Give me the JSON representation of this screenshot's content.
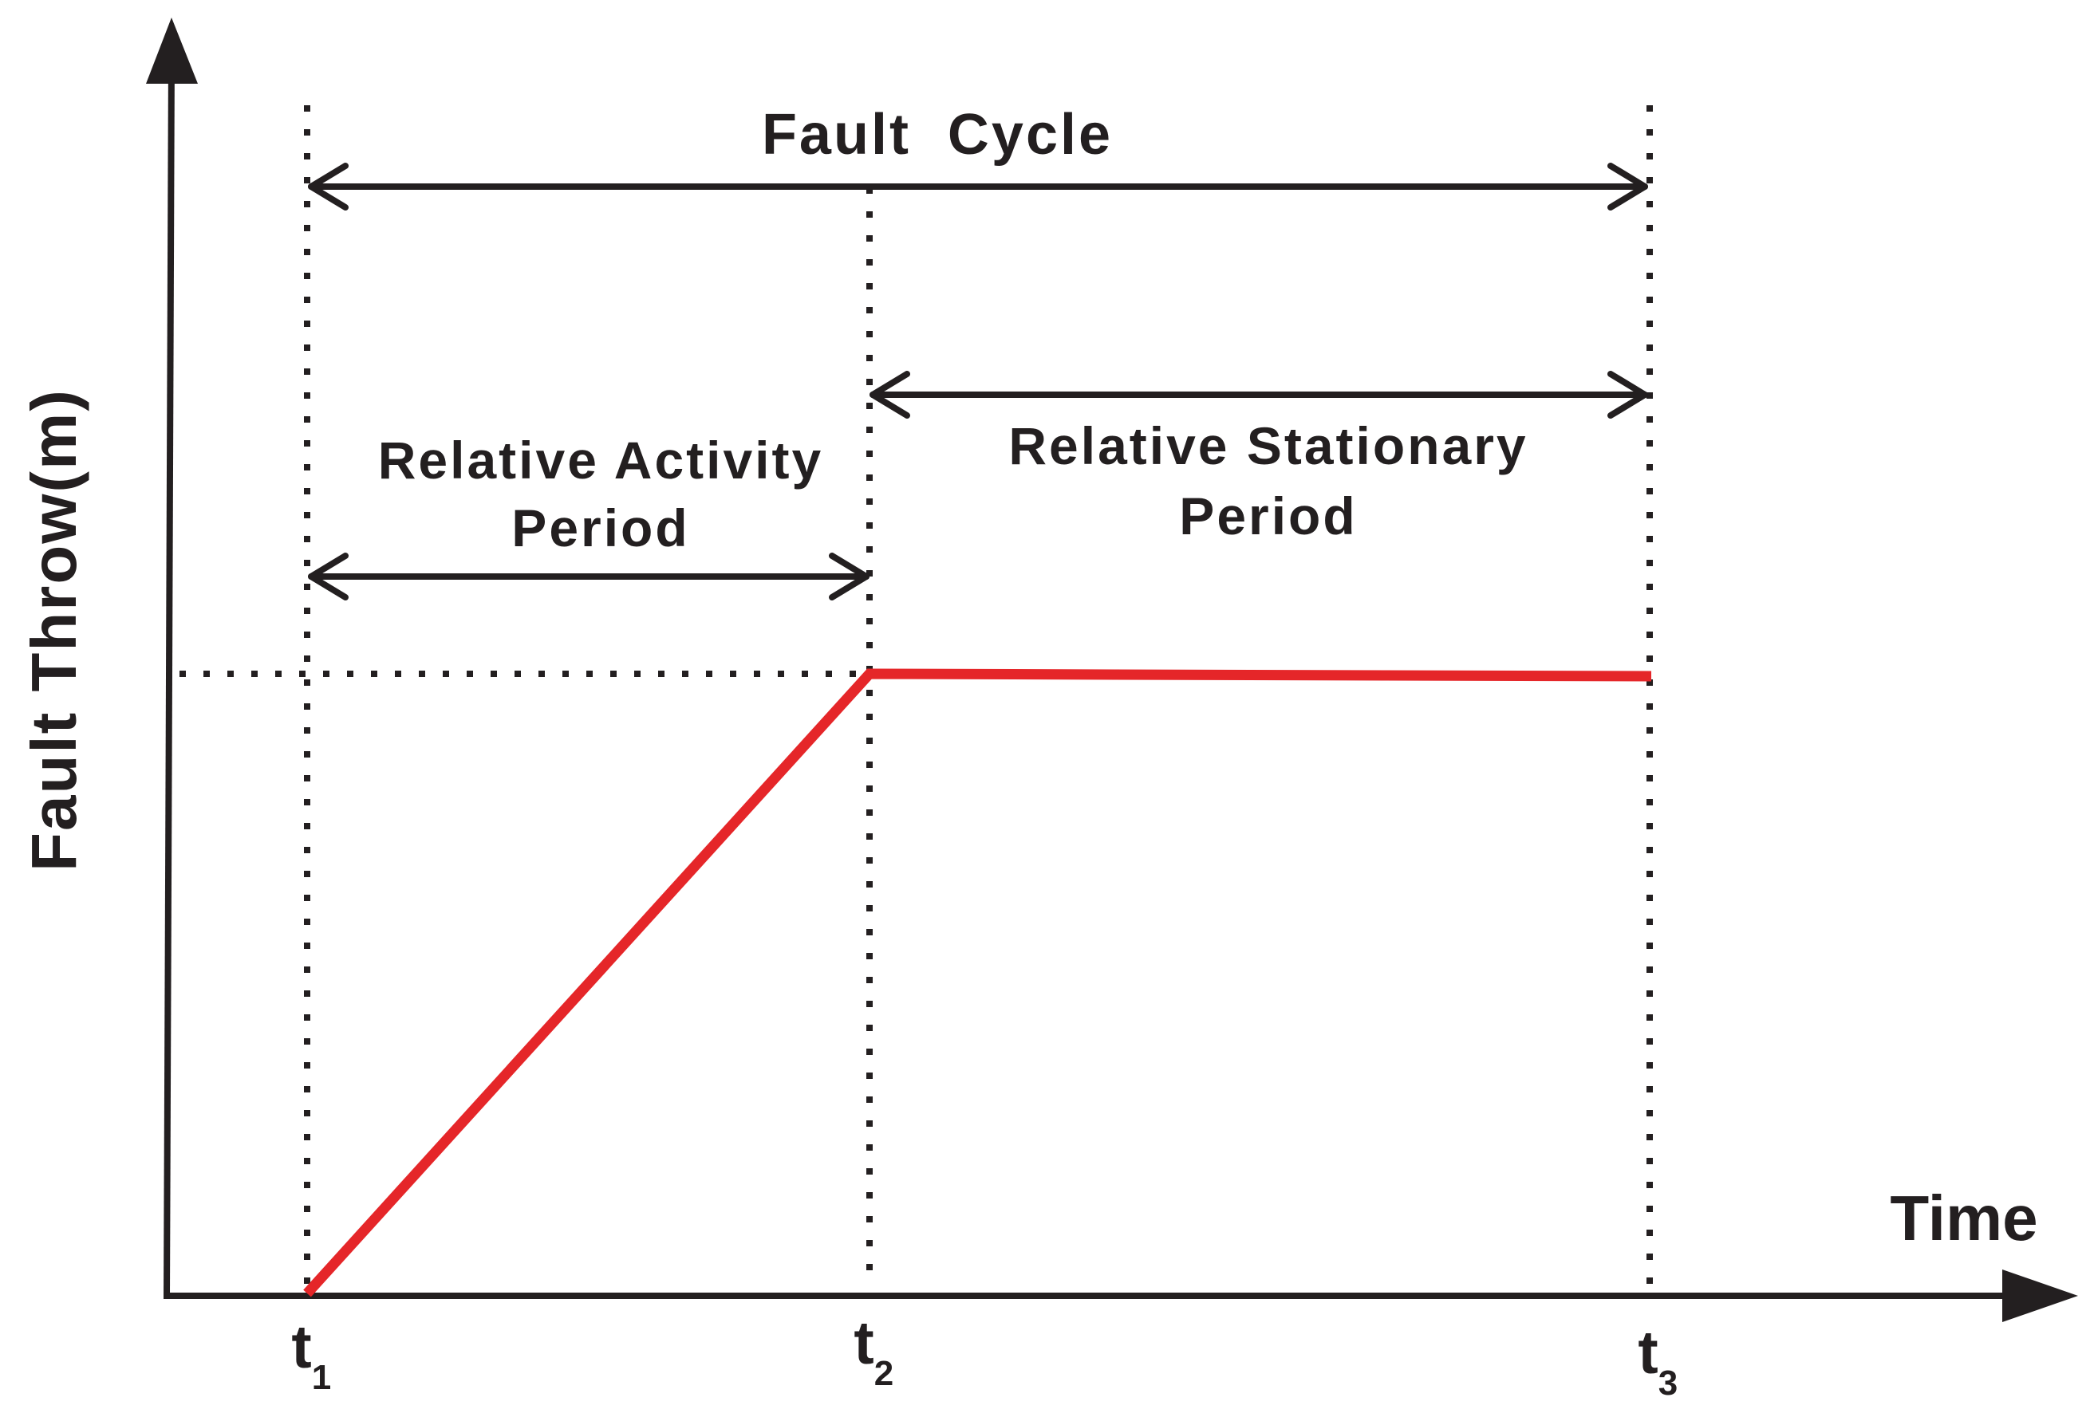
{
  "y_axis_label": "Fault Throw(m)",
  "x_axis_label": "Time",
  "ticks": [
    {
      "main": "t",
      "sub": "1"
    },
    {
      "main": "t",
      "sub": "2"
    },
    {
      "main": "t",
      "sub": "3"
    }
  ],
  "spans": {
    "fault_cycle": "Fault  Cycle",
    "activity_line1": "Relative Activity",
    "activity_line2": "Period",
    "stationary_line1": "Relative Stationary",
    "stationary_line2": "Period"
  },
  "colors": {
    "axis": "#231f20",
    "throw_curve": "#e52629"
  }
}
